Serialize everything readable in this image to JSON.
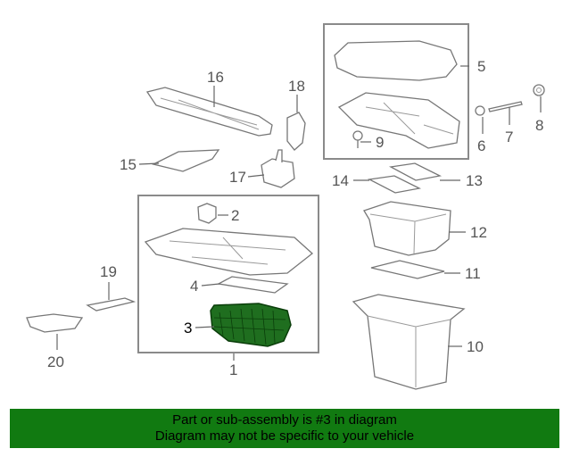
{
  "callouts": {
    "c1": "1",
    "c2": "2",
    "c3": "3",
    "c4": "4",
    "c5": "5",
    "c6": "6",
    "c7": "7",
    "c8": "8",
    "c9": "9",
    "c10": "10",
    "c11": "11",
    "c12": "12",
    "c13": "13",
    "c14": "14",
    "c15": "15",
    "c16": "16",
    "c17": "17",
    "c18": "18",
    "c19": "19",
    "c20": "20"
  },
  "highlighted_part": "3",
  "banner": {
    "line1": "Part or sub-assembly is #3 in diagram",
    "line2": "Diagram may not be specific to your vehicle"
  },
  "colors": {
    "banner_bg": "#117a11",
    "highlight_fill": "#1f6e1f",
    "line_art": "#777777"
  }
}
